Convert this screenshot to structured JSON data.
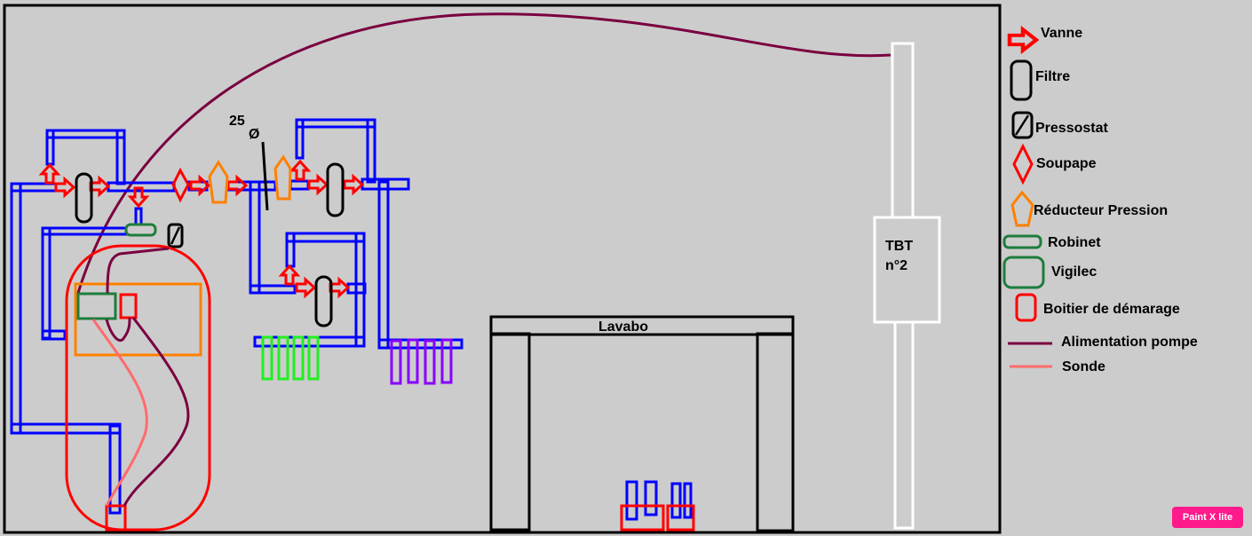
{
  "diagram": {
    "pipe_size_number": "25",
    "pipe_size_symbol": "Ø",
    "lavabo_label": "Lavabo",
    "tbt_line1": "TBT",
    "tbt_line2": "n°2"
  },
  "legend": {
    "vanne": "Vanne",
    "filtre": "Filtre",
    "pressostat": "Pressostat",
    "soupape": "Soupape",
    "reducteur": "Réducteur Pression",
    "robinet": "Robinet",
    "vigilec": "Vigilec",
    "boitier": "Boitier de démarage",
    "alimentation": "Alimentation pompe",
    "sonde": "Sonde"
  },
  "colors": {
    "pipe": "#0000ff",
    "vanne": "#ff0000",
    "reducteur": "#ff8000",
    "robinet": "#1e7d3c",
    "alimentation": "#7a0040",
    "sonde": "#ff6b6b",
    "background": "#cccccc"
  },
  "watermark": "Paint X lite"
}
